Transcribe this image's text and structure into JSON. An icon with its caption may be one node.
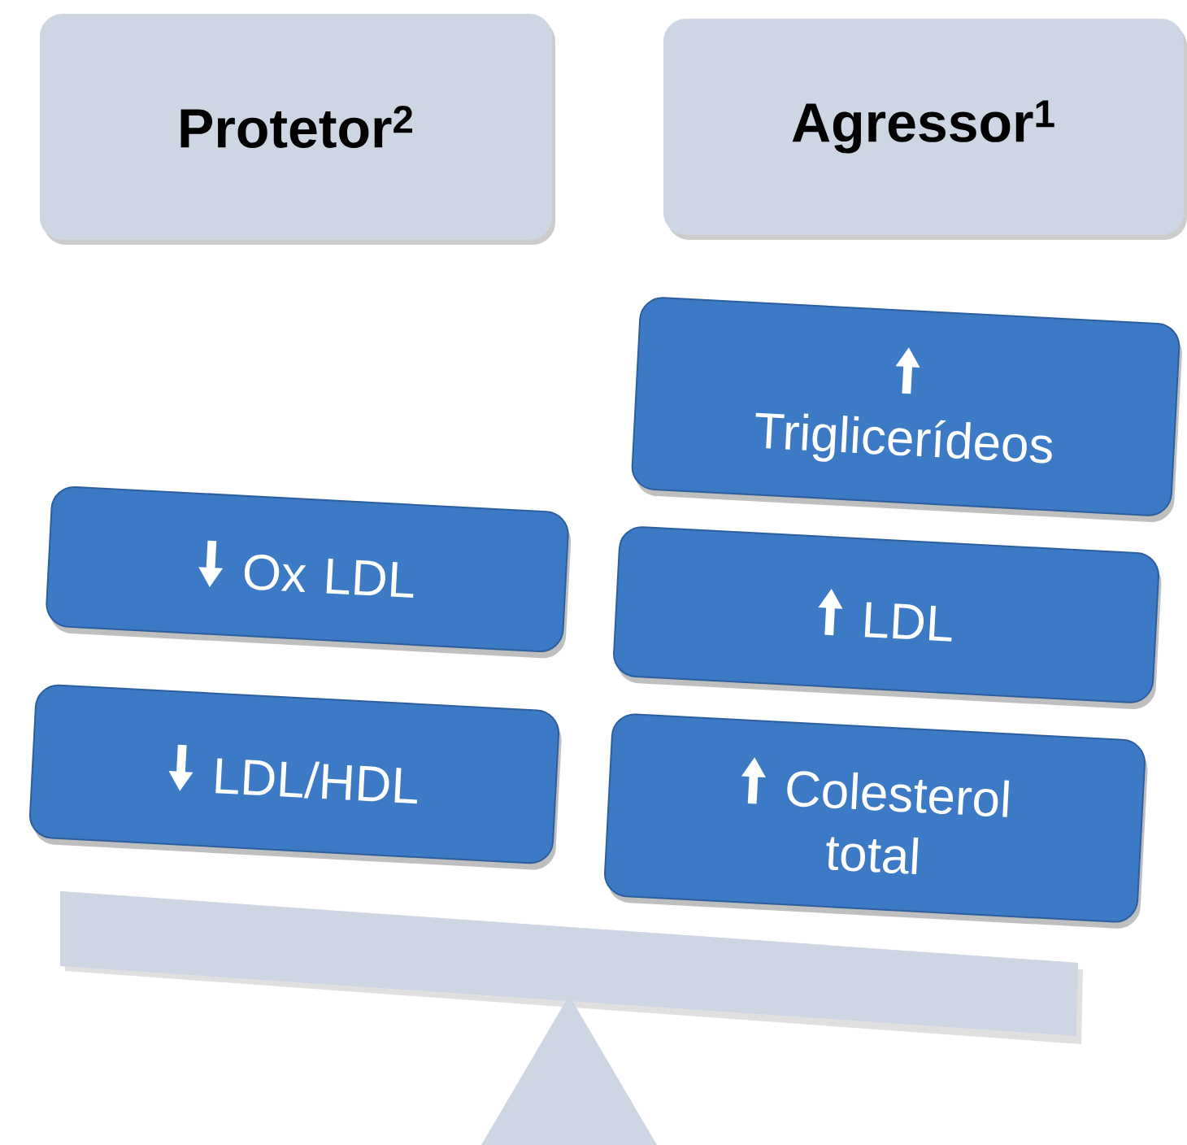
{
  "diagram": {
    "nodes": [
      {
        "text": [
          "Protetor$^{2}$"
        ]
      },
      {
        "text": [
          "Agressor$^{1}$"
        ]
      },
      {
        "text": [
          "Triglicerídeos"
        ]
      },
      {
        "text": [
          "Ox LDL"
        ]
      },
      {
        "text": [
          "LDL"
        ]
      },
      {
        "text": [
          "LDL/HDL"
        ]
      },
      {
        "text": [
          "Colesterol total"
        ]
      }
    ]
  }
}
